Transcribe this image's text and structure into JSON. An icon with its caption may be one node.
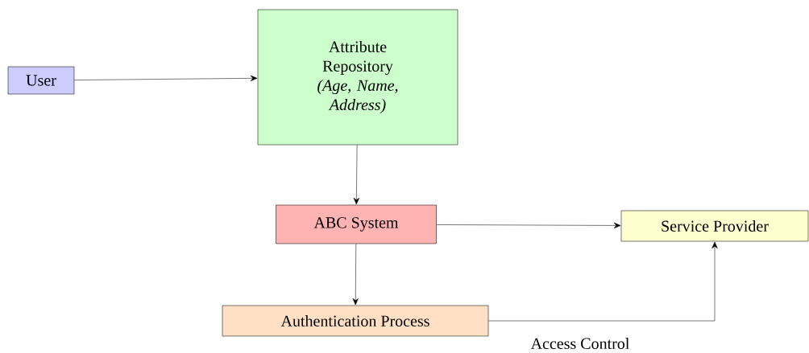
{
  "diagram": {
    "nodes": [
      {
        "text": [
          "User"
        ]
      },
      {
        "text": [
          "Attribute Repository",
          "(Age, Name, Address)"
        ]
      },
      {
        "text": [
          "ABC System"
        ]
      },
      {
        "text": [
          "Service Provider"
        ]
      },
      {
        "text": [
          "Authentication Process"
        ]
      }
    ],
    "edges": [
      {
        "from": 0,
        "to": 1,
        "arrow": "to"
      },
      {
        "from": 1,
        "to": 2,
        "arrow": "to"
      },
      {
        "from": 2,
        "to": 3,
        "arrow": "to"
      },
      {
        "from": 2,
        "to": 4,
        "arrow": "to"
      },
      {
        "from": 4,
        "to": 3,
        "arrow": "to",
        "label": "Access Control"
      }
    ]
  }
}
